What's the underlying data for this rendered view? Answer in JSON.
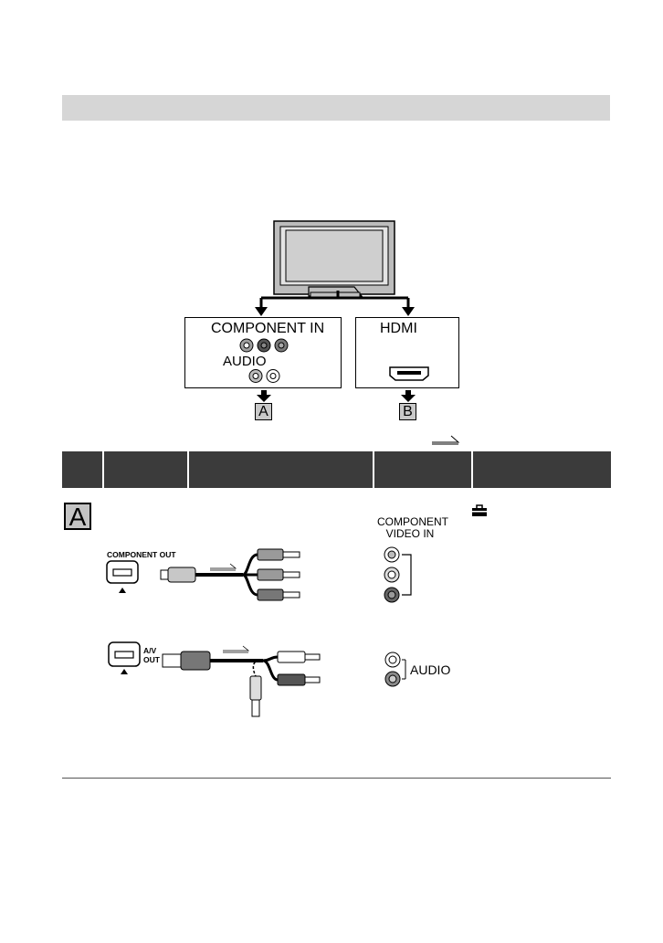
{
  "tv_diagram": {
    "component_in_label": "COMPONENT IN",
    "audio_label": "AUDIO",
    "hdmi_label": "HDMI",
    "box_a_label": "A",
    "box_b_label": "B"
  },
  "section_a": {
    "marker_label": "A",
    "component_out_label": "COMPONENT OUT",
    "av_out_label": "A/V OUT",
    "component_video_in_label": "COMPONENT VIDEO IN",
    "audio_label": "AUDIO"
  },
  "icons": [
    "arrow-right-outline-icon",
    "toolbox-icon"
  ]
}
